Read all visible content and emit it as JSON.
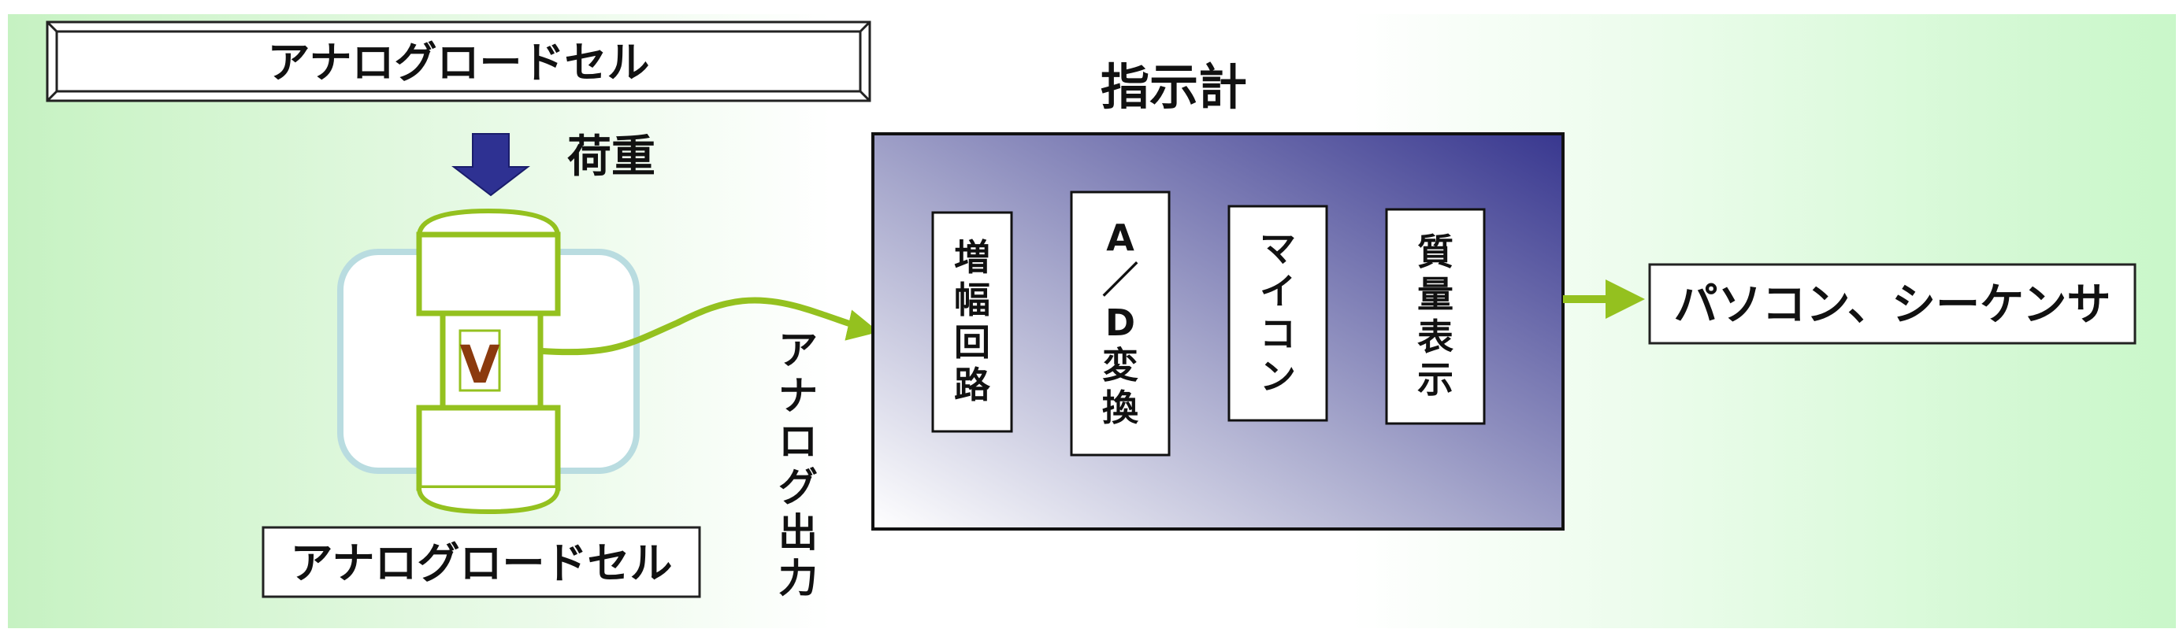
{
  "title_banner": "アナログロードセル",
  "load_label": "荷重",
  "strain_symbol": "V",
  "cell_caption": "アナログロードセル",
  "output_label": "アナログ出力",
  "indicator": {
    "title": "指示計",
    "blocks": [
      "増幅回路",
      "A／D変換",
      "マイコン",
      "質量表示"
    ]
  },
  "destination": "パソコン、シーケンサ",
  "colors": {
    "background_green": "#c9f5c4",
    "line_green": "#94c11f",
    "load_arrow_blue": "#2e3192",
    "indicator_dark": "#3b3a97",
    "cell_outline": "#b9dce0",
    "symbol_brown": "#8b3a0e"
  }
}
